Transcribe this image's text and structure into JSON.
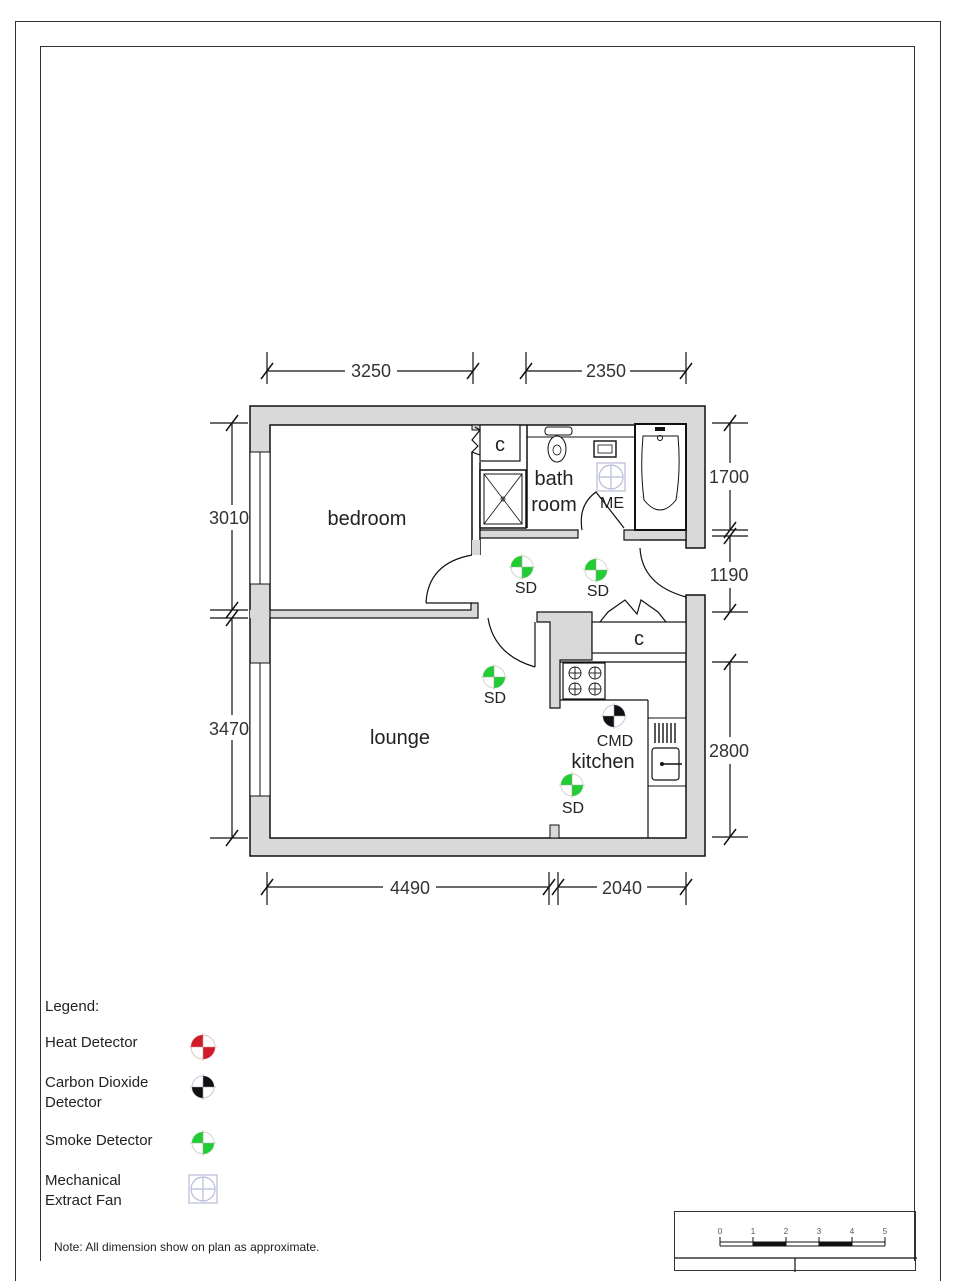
{
  "drawing": {
    "type": "floor plan",
    "rooms": [
      {
        "id": "bedroom",
        "label": "bedroom"
      },
      {
        "id": "bathroom",
        "label_line1": "bath",
        "label_line2": "room"
      },
      {
        "id": "lounge",
        "label": "lounge"
      },
      {
        "id": "kitchen",
        "label": "kitchen"
      },
      {
        "id": "cupboard-bedroom",
        "label": "c"
      },
      {
        "id": "cupboard-hall",
        "label": "c"
      }
    ],
    "dimensions": {
      "top_left": "3250",
      "top_right": "2350",
      "left_upper": "3010",
      "left_lower": "3470",
      "right_upper": "1700",
      "right_middle": "1190",
      "right_lower": "2800",
      "bottom_left": "4490",
      "bottom_right": "2040"
    },
    "devices": [
      {
        "type": "smoke",
        "label": "SD",
        "location": "hall-left"
      },
      {
        "type": "smoke",
        "label": "SD",
        "location": "hall-right"
      },
      {
        "type": "smoke",
        "label": "SD",
        "location": "lounge"
      },
      {
        "type": "smoke",
        "label": "SD",
        "location": "kitchen"
      },
      {
        "type": "co",
        "label": "CMD",
        "location": "kitchen"
      },
      {
        "type": "fan",
        "label": "ME",
        "location": "bathroom"
      }
    ]
  },
  "legend": {
    "title": "Legend:",
    "items": [
      {
        "label": "Heat Detector",
        "color": "#d11a2a"
      },
      {
        "label": "Carbon Dioxide Detector",
        "color": "#111111"
      },
      {
        "label": "Smoke Detector",
        "color": "#22cc33"
      },
      {
        "label": "Mechanical Extract Fan",
        "color": "#b8bcd8"
      }
    ]
  },
  "note": "Note: All dimension show on plan as approximate.",
  "scale_bar": {
    "ticks": [
      "0",
      "1",
      "2",
      "3",
      "4",
      "5"
    ]
  },
  "colors": {
    "wall_fill": "#d9d9d9",
    "line": "#111111",
    "smoke": "#22cc33",
    "heat": "#d11a2a",
    "co": "#111111",
    "fan": "#b8bcd8"
  }
}
